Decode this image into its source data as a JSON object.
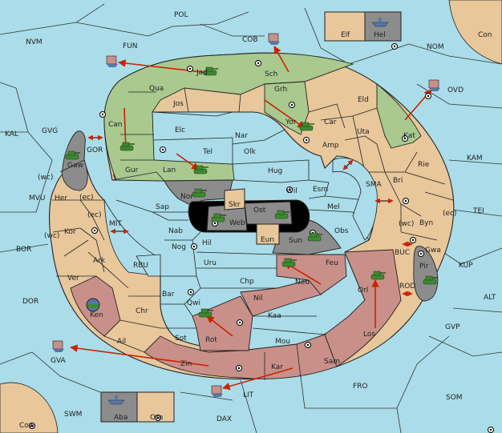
{
  "colors": {
    "water": "#aadde9",
    "tan": "#e8c79b",
    "green": "#a9c98f",
    "red": "#c99089",
    "gray": "#8c8c8c",
    "black": "#000000",
    "arrow": "#cc2200",
    "unit_green": "#3d8a2f",
    "unit_blue": "#5577aa",
    "border": "#222222"
  },
  "provinces": {
    "sea": [
      "POL",
      "NVM",
      "FUN",
      "COB",
      "NOM",
      "Con",
      "OVD",
      "KAL",
      "GVG",
      "GOR",
      "KAM",
      "MVU",
      "MIT",
      "SMA",
      "TEI",
      "BOR",
      "RBU",
      "BUC",
      "KUP",
      "DOR",
      "ROD",
      "ALT",
      "GVP",
      "GVA",
      "FRO",
      "SOM",
      "SWM",
      "LIT",
      "DAX",
      "Cow"
    ],
    "land": [
      "Elf",
      "Hel",
      "Jad",
      "Sch",
      "Qua",
      "Grh",
      "Jos",
      "Eld",
      "Can",
      "Yor",
      "Car",
      "Elc",
      "Nar",
      "Uta",
      "Kat",
      "Tel",
      "Olk",
      "Amp",
      "Gur",
      "Lan",
      "Hug",
      "Rie",
      "Gaw",
      "Nor",
      "Wil",
      "Esm",
      "Bri",
      "Her",
      "Skr",
      "Ost",
      "Mel",
      "Byn",
      "Sap",
      "Web",
      "Kor",
      "Nab",
      "Eun",
      "Sun",
      "Obs",
      "Gwa",
      "Hil",
      "Ark",
      "Nog",
      "Pir",
      "Uru",
      "Feu",
      "Ver",
      "Chp",
      "Neu",
      "Orl",
      "Bar",
      "Qwi",
      "Ken",
      "Nil",
      "Chr",
      "Kaa",
      "Ail",
      "Rot",
      "Sot",
      "Mou",
      "Los",
      "Zin",
      "Sam",
      "Kar",
      "Aba",
      "Orn"
    ]
  },
  "coast_markers": [
    "(wc)",
    "(ec)",
    "(ec)",
    "(wc)",
    "(wc)",
    "(ec)"
  ],
  "units": {
    "green_armies": [
      "unit-army-gur",
      "unit-army-lan",
      "unit-army-yor",
      "unit-army-jad",
      "unit-army-nor",
      "unit-army-web",
      "unit-army-ost",
      "unit-army-sun",
      "unit-army-neu",
      "unit-army-orl",
      "unit-army-pir",
      "unit-army-rot",
      "unit-army-gaw"
    ],
    "blue_army": [
      "unit-army-ken"
    ],
    "fleets": [
      "unit-fleet-fun",
      "unit-fleet-cob",
      "unit-fleet-ovd",
      "unit-fleet-gva",
      "unit-fleet-lit",
      "unit-fleet-aba",
      "unit-fleet-hel"
    ]
  }
}
